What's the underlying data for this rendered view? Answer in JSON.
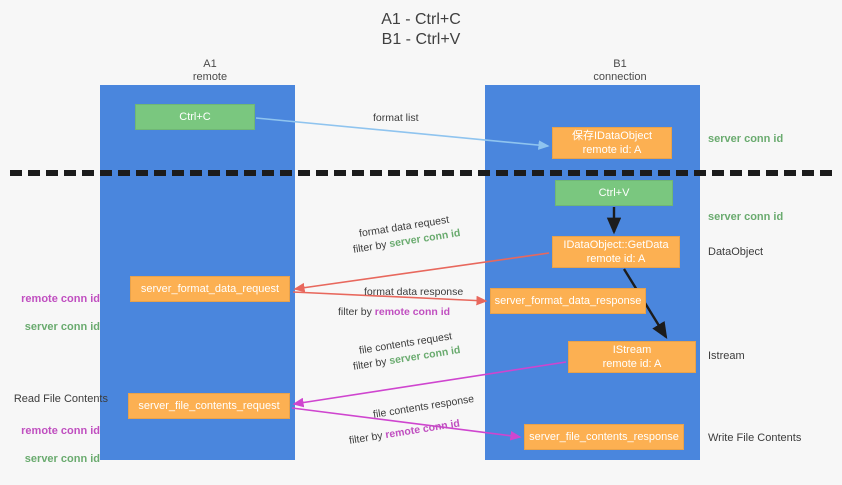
{
  "title": "A1 - Ctrl+C\nB1 - Ctrl+V",
  "columns": {
    "left": {
      "name": "A1",
      "sub": "remote",
      "label": "A1\nremote"
    },
    "right": {
      "name": "B1",
      "sub": "connection",
      "label": "B1\nconnection"
    }
  },
  "nodes": {
    "ctrl_c": {
      "label": "Ctrl+C",
      "color": "#7ac77f"
    },
    "save_dataobject": {
      "label": "保存IDataObject\nremote id: A",
      "color": "#fcb052"
    },
    "ctrl_v": {
      "label": "Ctrl+V",
      "color": "#7ac77f"
    },
    "getdata": {
      "label": "IDataObject::GetData\nremote id: A",
      "color": "#fcb052"
    },
    "format_data_request": {
      "label": "server_format_data_request",
      "color": "#fcb052"
    },
    "format_data_response": {
      "label": "server_format_data_response",
      "color": "#fcb052"
    },
    "istream": {
      "label": "IStream\nremote id: A",
      "color": "#fcb052"
    },
    "file_contents_request": {
      "label": "server_file_contents_request",
      "color": "#fcb052"
    },
    "file_contents_response": {
      "label": "server_file_contents_response",
      "color": "#fcb052"
    }
  },
  "edge_labels": {
    "format_list": "format list",
    "fd_request": "format data request",
    "fd_request_filter_prefix": "filter by ",
    "fd_request_filter_value": "server conn id",
    "fd_response": "format data response",
    "fd_response_filter_prefix": "filter by ",
    "fd_response_filter_value": "remote conn id",
    "fc_request": "file contents request",
    "fc_request_filter_prefix": "filter by ",
    "fc_request_filter_value": "server conn id",
    "fc_response": "file contents response",
    "fc_response_filter_prefix": "filter by ",
    "fc_response_filter_value": "remote conn id"
  },
  "annotations": {
    "right": {
      "server_conn_id_top": "server conn id",
      "server_conn_id_mid": "server conn id",
      "dataobject": "DataObject",
      "istream": "Istream",
      "write_file_contents": "Write File Contents"
    },
    "left": {
      "remote_conn_id_1": "remote conn id",
      "server_conn_id_1": "server conn id",
      "read_file_contents": "Read File Contents",
      "remote_conn_id_2": "remote conn id",
      "server_conn_id_2": "server conn id"
    }
  },
  "colors": {
    "lane": "#4a86dd",
    "green_box": "#7ac77f",
    "orange_box": "#fcb052",
    "server_conn_id": "#6aab6f",
    "remote_conn_id": "#c04fc0",
    "arrow_blue": "#8fc4ef",
    "arrow_red": "#e8685d",
    "arrow_magenta": "#cf45cf",
    "arrow_black": "#1c1c1c",
    "separator": "#1c1c1c",
    "background": "#f7f7f7"
  }
}
